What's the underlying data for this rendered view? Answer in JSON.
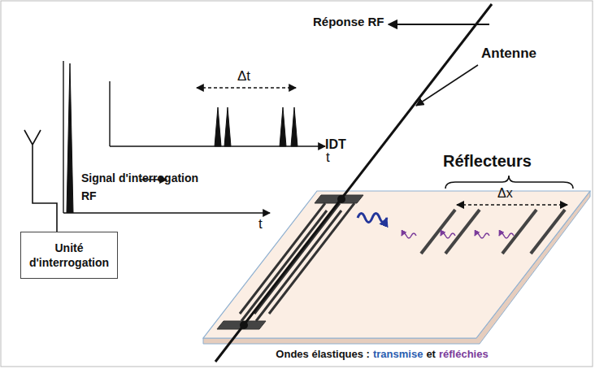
{
  "diagram": {
    "nodes": [
      {
        "text": [
          "Unité d'interrogation"
        ]
      }
    ],
    "labels": [
      "Réponse RF",
      "Δt",
      "t",
      "Antenne",
      "Signal d'interrogation RF",
      "t",
      "IDT",
      "Réflecteurs",
      "Δx",
      "Ondes élastiques :",
      "transmise",
      "et",
      "réfléchies"
    ]
  }
}
